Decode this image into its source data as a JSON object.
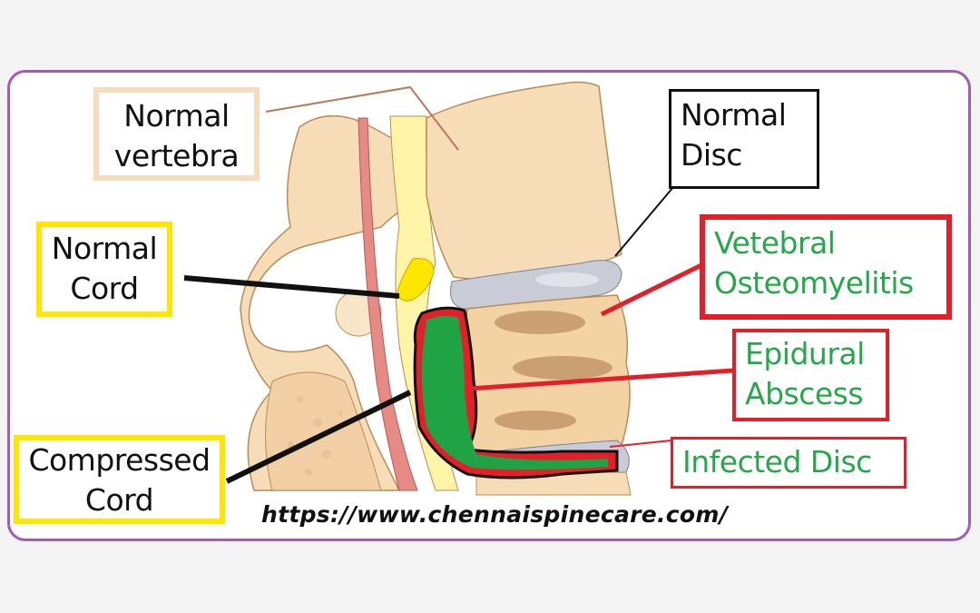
{
  "diagram": {
    "subject": "Spine with vertebral osteomyelitis and epidural abscess",
    "labels": {
      "normal_vertebra": [
        "Normal",
        "vertebra"
      ],
      "normal_disc": [
        "Normal",
        "Disc"
      ],
      "normal_cord": [
        "Normal",
        "Cord"
      ],
      "compressed_cord": [
        "Compressed",
        "Cord"
      ],
      "vertebral_osteomyelitis": [
        "Vetebral",
        "Osteomyelitis"
      ],
      "epidural_abscess": [
        "Epidural",
        "Abscess"
      ],
      "infected_disc": "Infected Disc"
    },
    "watermark_url": "https://www.chennaispinecare.com/",
    "colors": {
      "frame_border": "#a45bb5",
      "normal_vertebra_box": "#f8dcbf",
      "cord_box": "#ffe600",
      "pathology_box": "#e3202a",
      "pathology_text": "#26a84a",
      "bone": "#f7dcb8",
      "disc": "#c9ccd6",
      "abscess": "#1fa345",
      "cord": "#fff07a"
    }
  }
}
